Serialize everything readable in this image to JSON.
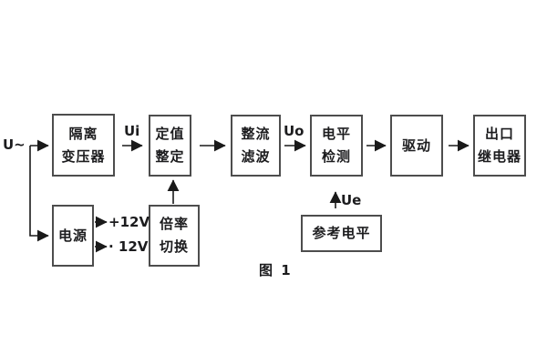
{
  "figure": {
    "caption": "图 1",
    "input_label": "U~",
    "signals": {
      "ui": "Ui",
      "uo": "Uo",
      "ue": "Ue"
    },
    "power_rails": {
      "positive": "+12V",
      "negative": "· 12V"
    },
    "blocks": {
      "isolation_transformer": {
        "line1": "隔离",
        "line2": "变压器"
      },
      "setpoint_adjust": {
        "line1": "定值",
        "line2": "整定"
      },
      "rectifier_filter": {
        "line1": "整流",
        "line2": "滤波"
      },
      "level_detector": {
        "line1": "电平",
        "line2": "检测"
      },
      "driver": {
        "line1": "驱动"
      },
      "output_relay": {
        "line1": "出口",
        "line2": "继电器"
      },
      "power_supply": {
        "line1": "电源"
      },
      "ratio_switch": {
        "line1": "倍率",
        "line2": "切换"
      },
      "reference_level": {
        "line1": "参考电平"
      }
    },
    "colors": {
      "line": "#1a1a1a",
      "border": "#4d4d4d",
      "text": "#1c1c1e",
      "background": "#ffffff"
    }
  }
}
